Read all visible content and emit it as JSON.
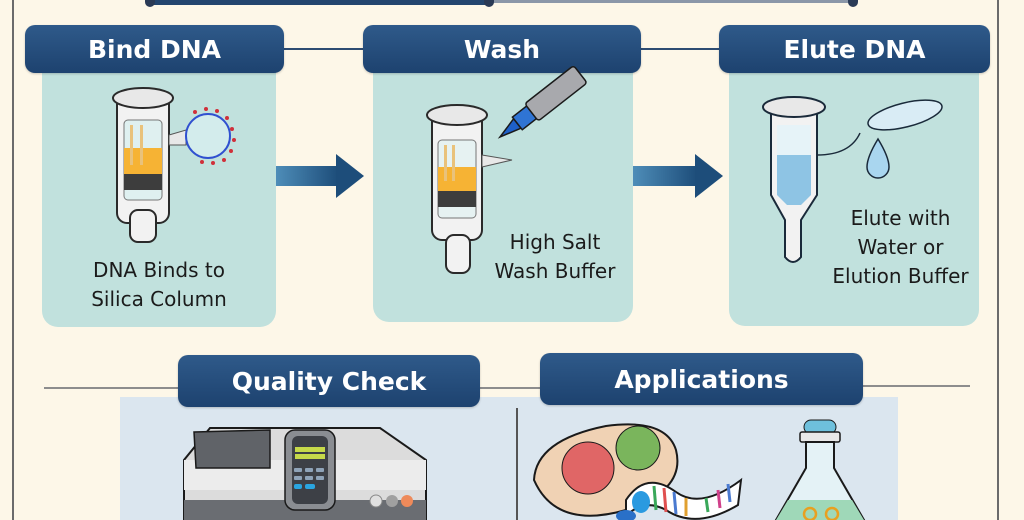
{
  "steps": [
    {
      "title": "Bind DNA",
      "caption_lines": [
        "DNA Binds to",
        "Silica Column"
      ]
    },
    {
      "title": "Wash",
      "caption_lines": [
        "High Salt",
        "Wash Buffer"
      ]
    },
    {
      "title": "Elute DNA",
      "caption_lines": [
        "Elute with",
        "Water or",
        "Elution Buffer"
      ]
    }
  ],
  "sections": {
    "quality_check": {
      "title": "Quality Check"
    },
    "applications": {
      "title": "Applications"
    }
  },
  "colors": {
    "header": "#1d426f",
    "panel": "#c1e1dd",
    "background": "#fdf7e8",
    "lower_panel": "#dbe6ef"
  }
}
